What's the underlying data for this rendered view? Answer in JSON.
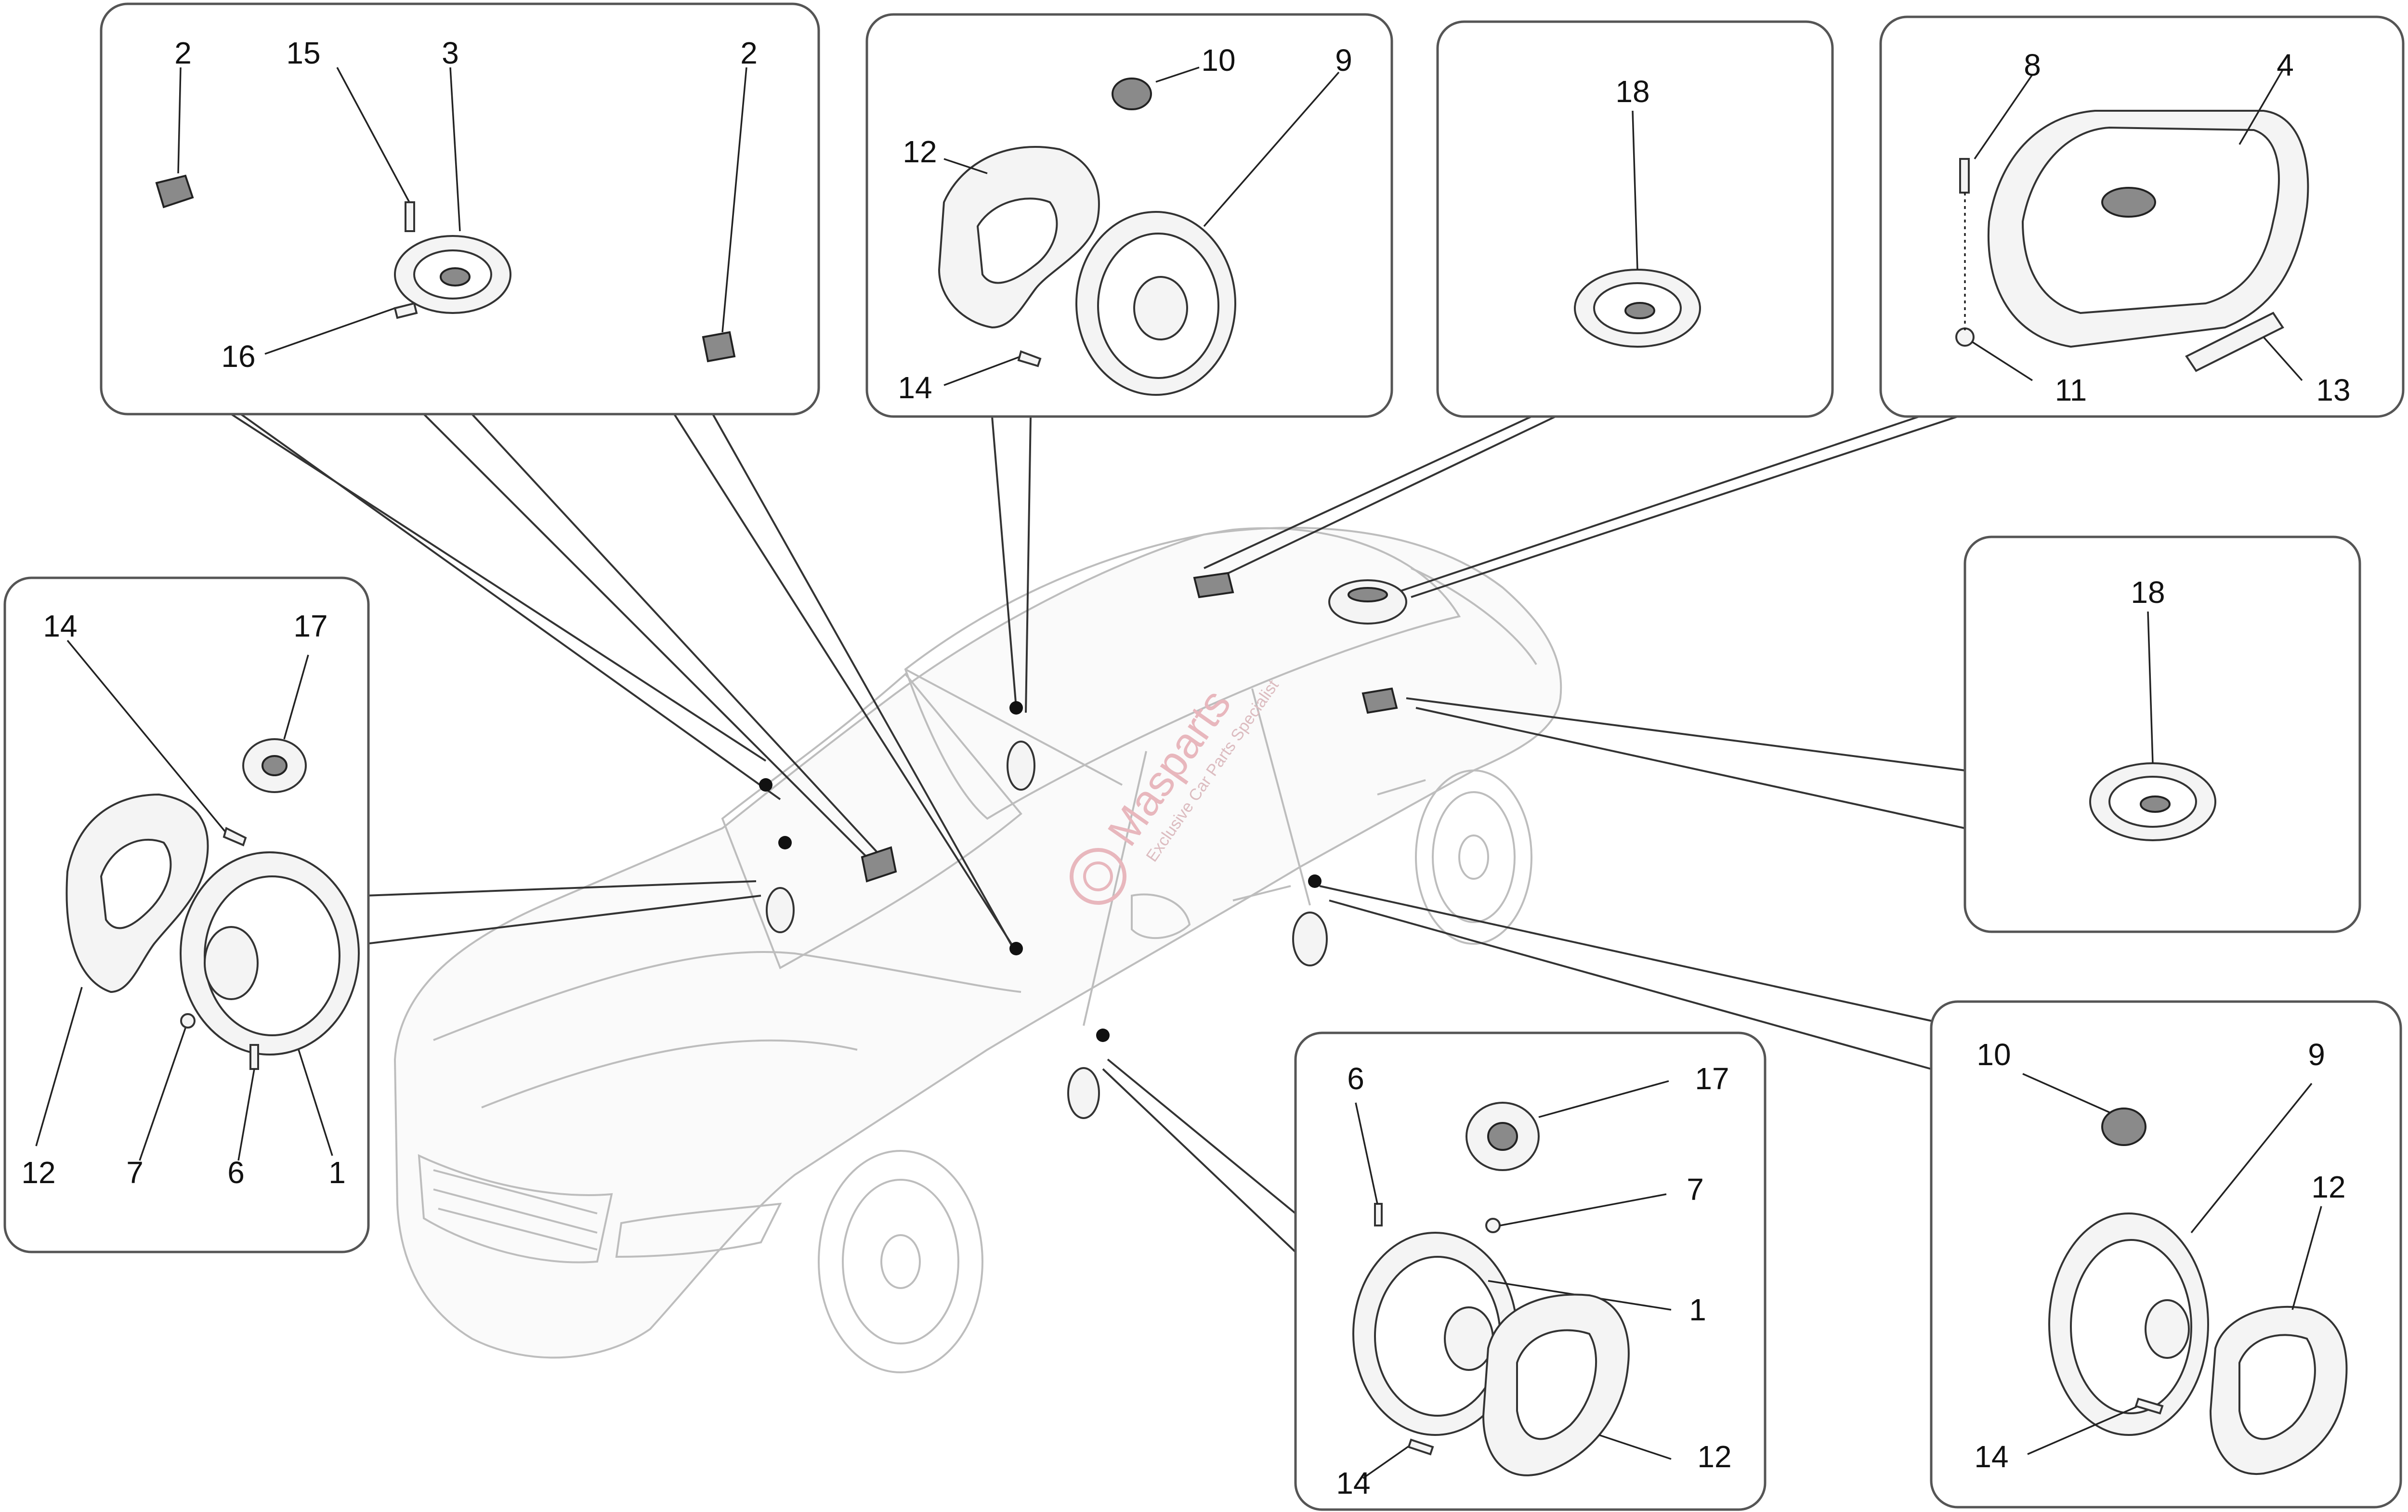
{
  "watermark": {
    "brand": "Masparts",
    "tagline": "Exclusive Car Parts Specialist"
  },
  "panels": {
    "front_left_tweeters": {
      "labels": [
        "2",
        "15",
        "3",
        "2",
        "16"
      ]
    },
    "dash_center": {
      "labels": [
        "10",
        "9",
        "12",
        "14"
      ]
    },
    "roof_front": {
      "labels": [
        "18"
      ]
    },
    "rear_shelf": {
      "labels": [
        "8",
        "4",
        "11",
        "13"
      ]
    },
    "rear_roof": {
      "labels": [
        "18"
      ]
    },
    "front_door": {
      "labels": [
        "14",
        "17",
        "12",
        "7",
        "6",
        "1"
      ]
    },
    "rear_door_left": {
      "labels": [
        "6",
        "17",
        "7",
        "1",
        "14",
        "12"
      ]
    },
    "rear_door_right": {
      "labels": [
        "10",
        "9",
        "12",
        "14"
      ]
    }
  }
}
